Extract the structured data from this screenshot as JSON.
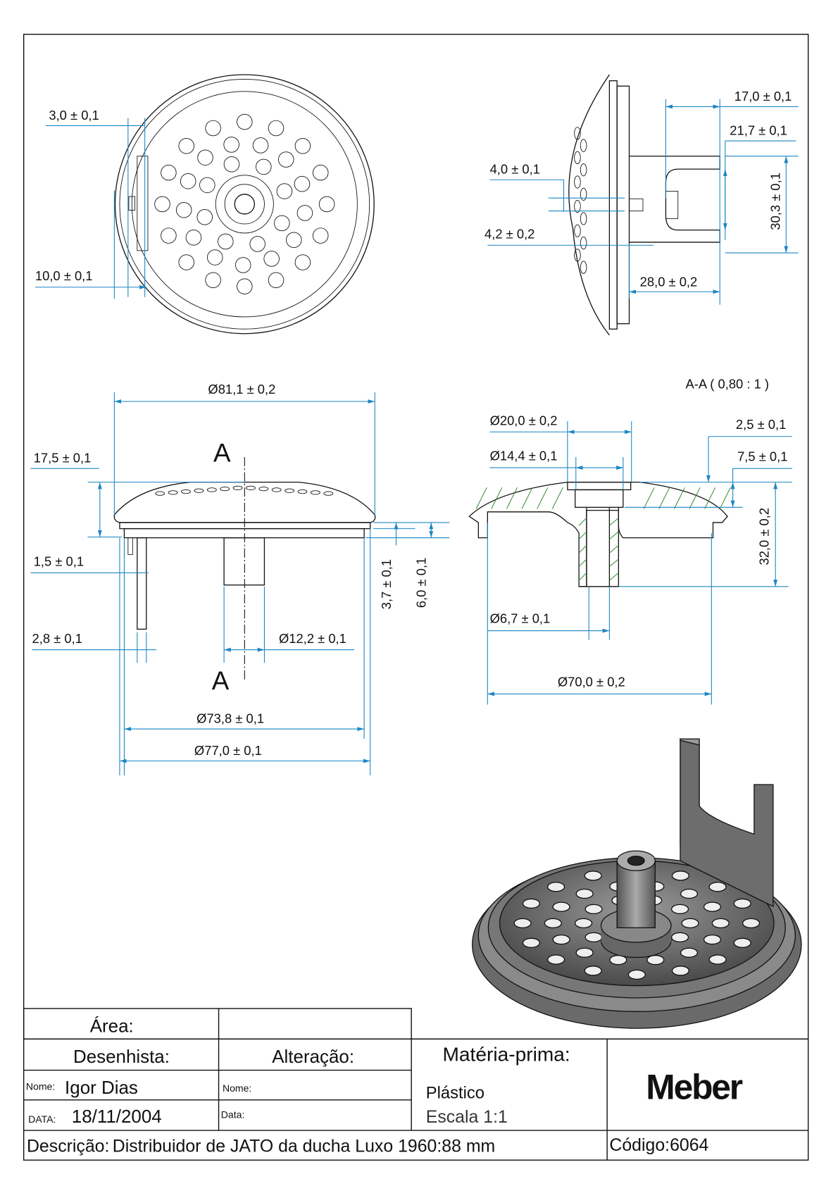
{
  "views": {
    "top": {
      "dims": [
        "3,0 ± 0,1",
        "10,0 ± 0,1"
      ]
    },
    "side": {
      "dims": [
        "17,0 ± 0,1",
        "21,7 ± 0,1",
        "4,0 ± 0,1",
        "4,2 ± 0,2",
        "30,3 ± 0,1",
        "28,0 ± 0,2"
      ]
    },
    "front": {
      "dims": [
        "Ø81,1 ± 0,2",
        "17,5 ± 0,1",
        "1,5 ± 0,1",
        "2,8 ± 0,1",
        "Ø12,2 ± 0,1",
        "3,7 ± 0,1",
        "6,0 ± 0,1",
        "Ø73,8 ± 0,1",
        "Ø77,0 ± 0,1"
      ],
      "section_mark": "A"
    },
    "section": {
      "title": "A-A  ( 0,80 : 1 )",
      "dims": [
        "Ø20,0 ± 0,2",
        "Ø14,4 ± 0,1",
        "2,5 ± 0,1",
        "7,5 ± 0,1",
        "32,0 ± 0,2",
        "Ø6,7 ± 0,1",
        "Ø70,0 ± 0,2"
      ]
    }
  },
  "title_block": {
    "area_label": "Área:",
    "drafter_label": "Desenhista:",
    "change_label": "Alteração:",
    "name_label": "Nome:",
    "drafter_name": "Igor Dias",
    "date_label": "DATA:",
    "date": "18/11/2004",
    "change_name_label": "Nome:",
    "change_date_label": "Data:",
    "material_label": "Matéria-prima:",
    "material": "Plástico",
    "logo": "Meber",
    "description_label": "Descrição:",
    "description": "Distribuidor de JATO da ducha Luxo 1960:88 mm",
    "scale_label": "Escala 1:1",
    "code_label": "Código:",
    "code": "6064"
  }
}
